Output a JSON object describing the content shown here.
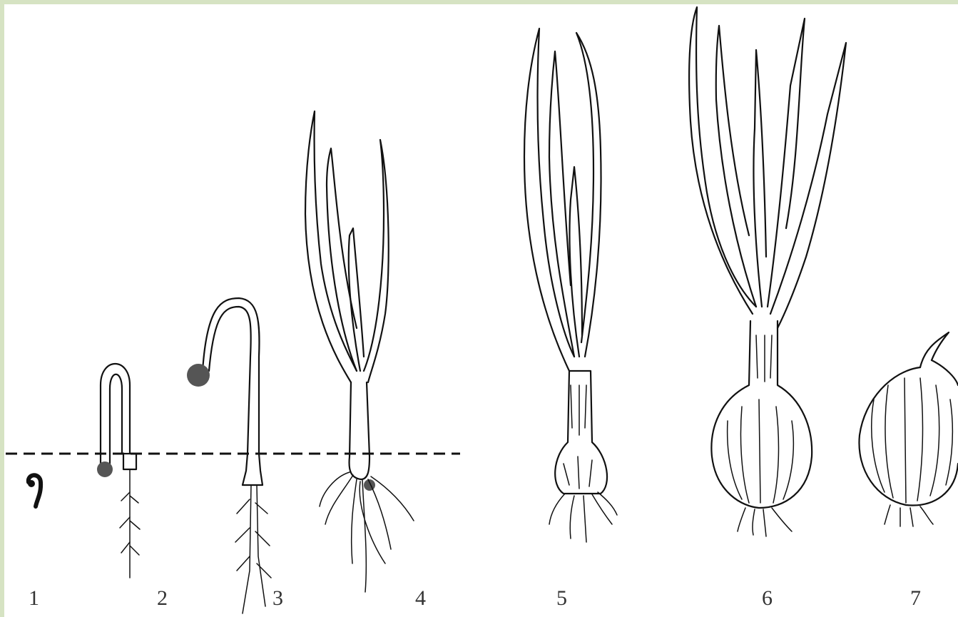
{
  "colors": {
    "frame": "#d6e3c3",
    "background": "#ffffff",
    "ink": "#111111",
    "seed": "#555555",
    "label": "#333333"
  },
  "stages": [
    {
      "label": "1"
    },
    {
      "label": "2"
    },
    {
      "label": "3"
    },
    {
      "label": "4"
    },
    {
      "label": "5"
    },
    {
      "label": "6"
    },
    {
      "label": "7"
    }
  ]
}
